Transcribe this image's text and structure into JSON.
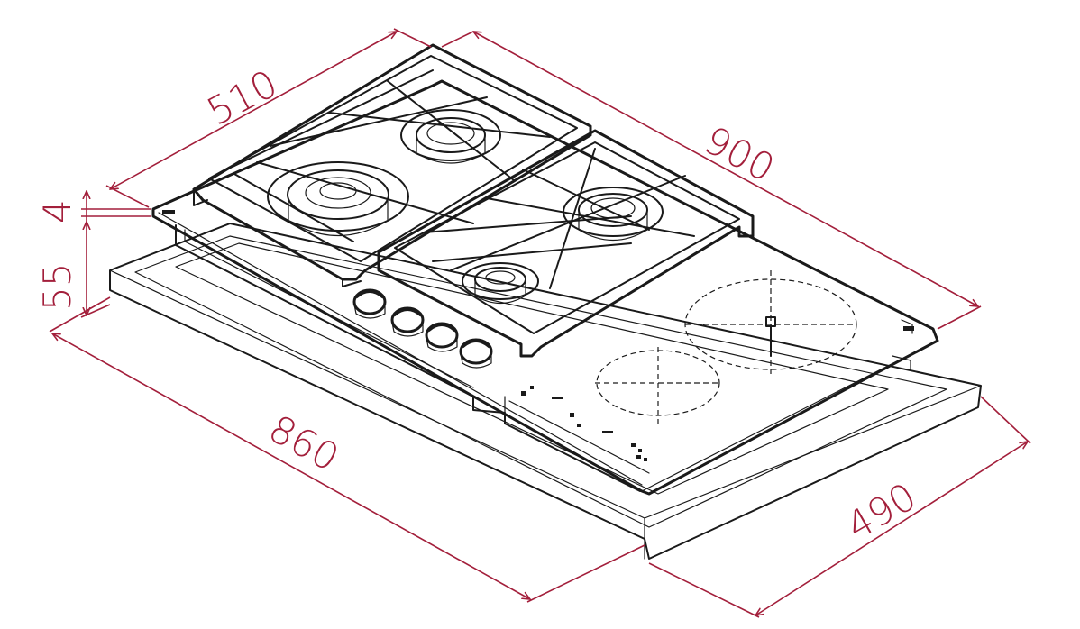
{
  "diagram": {
    "dimensions": {
      "top_depth": "510",
      "top_width": "900",
      "glass_thickness": "4",
      "body_height": "55",
      "cutout_width": "860",
      "cutout_depth": "490"
    },
    "colors": {
      "dimension": "#a31f3b",
      "ink": "#1a1a1a",
      "background": "#ffffff"
    }
  }
}
